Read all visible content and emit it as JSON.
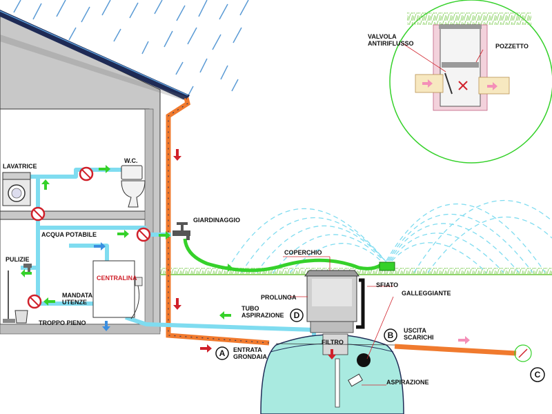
{
  "labels": {
    "lavatrice": "LAVATRICE",
    "wc": "W.C.",
    "acqua_potabile": "ACQUA POTABILE",
    "pulizie": "PULIZIE",
    "centralina": "CENTRALINA",
    "mandata_1": "MANDATA",
    "mandata_2": "UTENZE",
    "troppo_pieno": "TROPPO PIENO",
    "giardinaggio": "GIARDINAGGIO",
    "coperchio": "COPERCHIO",
    "prolunga": "PROLUNGA",
    "sfiato": "SFIATO",
    "galleggiante": "GALLEGGIANTE",
    "tubo_1": "TUBO",
    "tubo_2": "ASPIRAZIONE",
    "filtro": "FILTRO",
    "uscita_1": "USCITA",
    "uscita_2": "SCARICHI",
    "entrata_1": "ENTRATA",
    "entrata_2": "GRONDAIA",
    "aspirazione": "ASPIRAZIONE",
    "valvola_1": "VALVOLA",
    "valvola_2": "ANTIRIFLUSSO",
    "pozzetto": "POZZETTO"
  },
  "badges": {
    "a": "A",
    "b": "B",
    "c": "C",
    "d": "D"
  },
  "colors": {
    "rain": "#5b9bd5",
    "pipe_orange": "#f07a2e",
    "pipe_cyan": "#7fdcf0",
    "arrow_green": "#35d12a",
    "arrow_red": "#d0202a",
    "arrow_blue": "#3a8ee0",
    "arrow_pink": "#f48fb8",
    "wall_grey": "#c8c8c8",
    "tank_water": "#a9eae0",
    "grass": "#8fd36a"
  }
}
